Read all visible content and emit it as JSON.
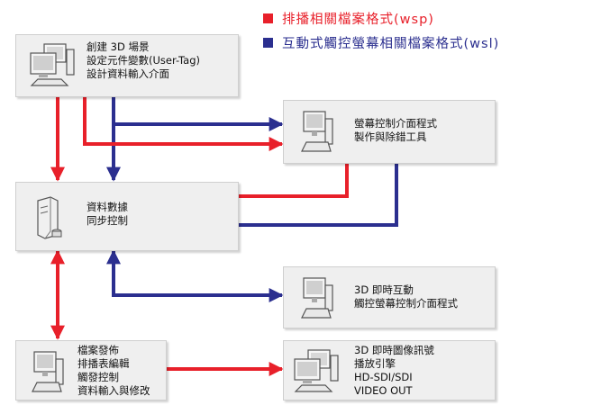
{
  "legend": [
    {
      "label": "排播相關檔案格式(wsp)",
      "color": "#e8202a"
    },
    {
      "label": "互動式觸控螢幕相關檔案格式(wsl)",
      "color": "#2b2f8f"
    }
  ],
  "nodes": {
    "create": {
      "lines": [
        "創建 3D 場景",
        "設定元件變數(User-Tag)",
        "設計資料輸入介面"
      ]
    },
    "touch_tool": {
      "lines": [
        "螢幕控制介面程式",
        "製作與除錯工具"
      ]
    },
    "sync": {
      "lines": [
        "資料數據",
        "同步控制"
      ]
    },
    "interact": {
      "lines": [
        "3D 即時互動",
        "觸控螢幕控制介面程式"
      ]
    },
    "publish": {
      "lines": [
        "檔案發佈",
        "排播表編輯",
        "觸發控制",
        "資料輸入與修改"
      ]
    },
    "engine": {
      "lines": [
        "3D 即時圖像訊號",
        "播放引擎",
        "HD-SDI/SDI",
        "VIDEO OUT"
      ]
    }
  },
  "colors": {
    "red": "#e8202a",
    "blue": "#2b2f8f"
  }
}
